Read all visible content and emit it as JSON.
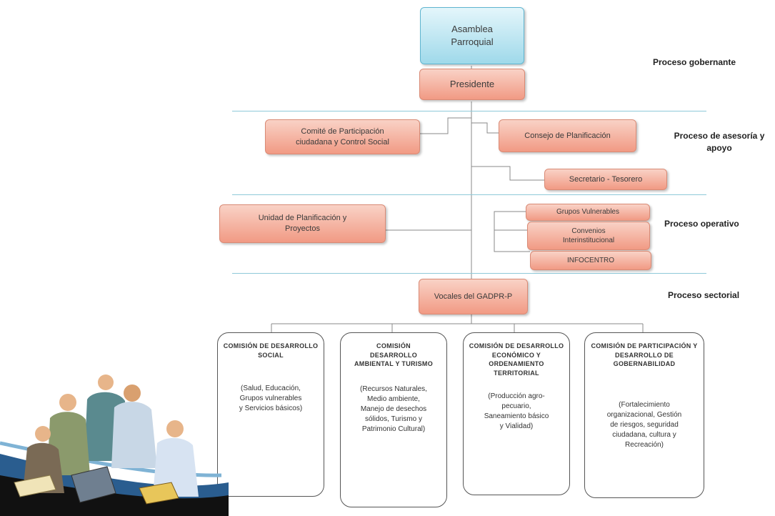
{
  "nodes": {
    "asamblea": "Asamblea Parroquial",
    "presidente": "Presidente",
    "comite": "Comité de Participación ciudadana y  Control Social",
    "consejo": "Consejo de Planificación",
    "secretario": "Secretario - Tesorero",
    "unidad": "Unidad de  Planificación y Proyectos",
    "grupos": "Grupos Vulnerables",
    "convenios": "Convenios Interinstitucional",
    "infocentro": "INFOCENTRO",
    "vocales": "Vocales del GADPR-P"
  },
  "processes": {
    "gobernante": "Proceso gobernante",
    "asesoria": "Proceso de asesoría y apoyo",
    "operativo": "Proceso operativo",
    "sectorial": "Proceso sectorial"
  },
  "commissions": [
    {
      "title": "COMISIÓN DE DESARROLLO SOCIAL",
      "desc": "(Salud, Educación, Grupos vulnerables y Servicios básicos)"
    },
    {
      "title": "COMISIÓN DESARROLLO AMBIENTAL Y TURISMO",
      "desc": "(Recursos Naturales, Medio ambiente, Manejo de desechos sólidos, Turismo y Patrimonio Cultural)"
    },
    {
      "title": "COMISIÓN DE DESARROLLO ECONÓMICO Y ORDENAMIENTO TERRITORIAL",
      "desc": "(Producción agro- pecuario, Saneamiento básico y Vialidad)"
    },
    {
      "title": "COMISIÓN DE PARTICIPACIÓN Y DESARROLLO DE GOBERNABILIDAD",
      "desc": "(Fortalecimiento organizacional, Gestión de riesgos, seguridad ciudadana, cultura y Recreación)"
    }
  ],
  "clipart": "office-team-illustration"
}
